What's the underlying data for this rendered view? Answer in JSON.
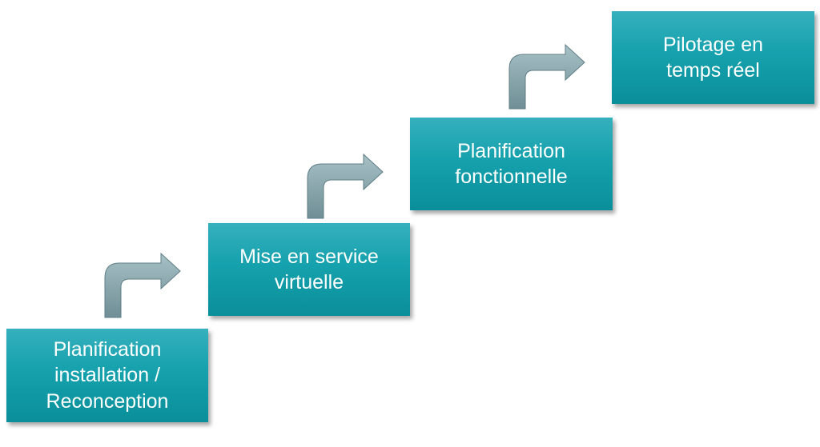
{
  "diagram": {
    "steps": [
      {
        "id": "planning-installation",
        "lines": [
          "Planification",
          "installation /",
          "Reconception"
        ]
      },
      {
        "id": "virtual-commissioning",
        "lines": [
          "Mise en service",
          "virtuelle"
        ]
      },
      {
        "id": "functional-planning",
        "lines": [
          "Planification",
          "fonctionnelle"
        ]
      },
      {
        "id": "realtime-control",
        "lines": [
          "Pilotage en",
          "temps réel"
        ]
      }
    ],
    "colors": {
      "box_top": "#36b0bd",
      "box_mid": "#15a1ad",
      "box_bottom": "#0a8f9a",
      "box_text": "#ffffff",
      "arrow_light": "#a7c1c6",
      "arrow_dark": "#6f8e95"
    },
    "arrow_icon": "bent-up-right-arrow-icon"
  }
}
